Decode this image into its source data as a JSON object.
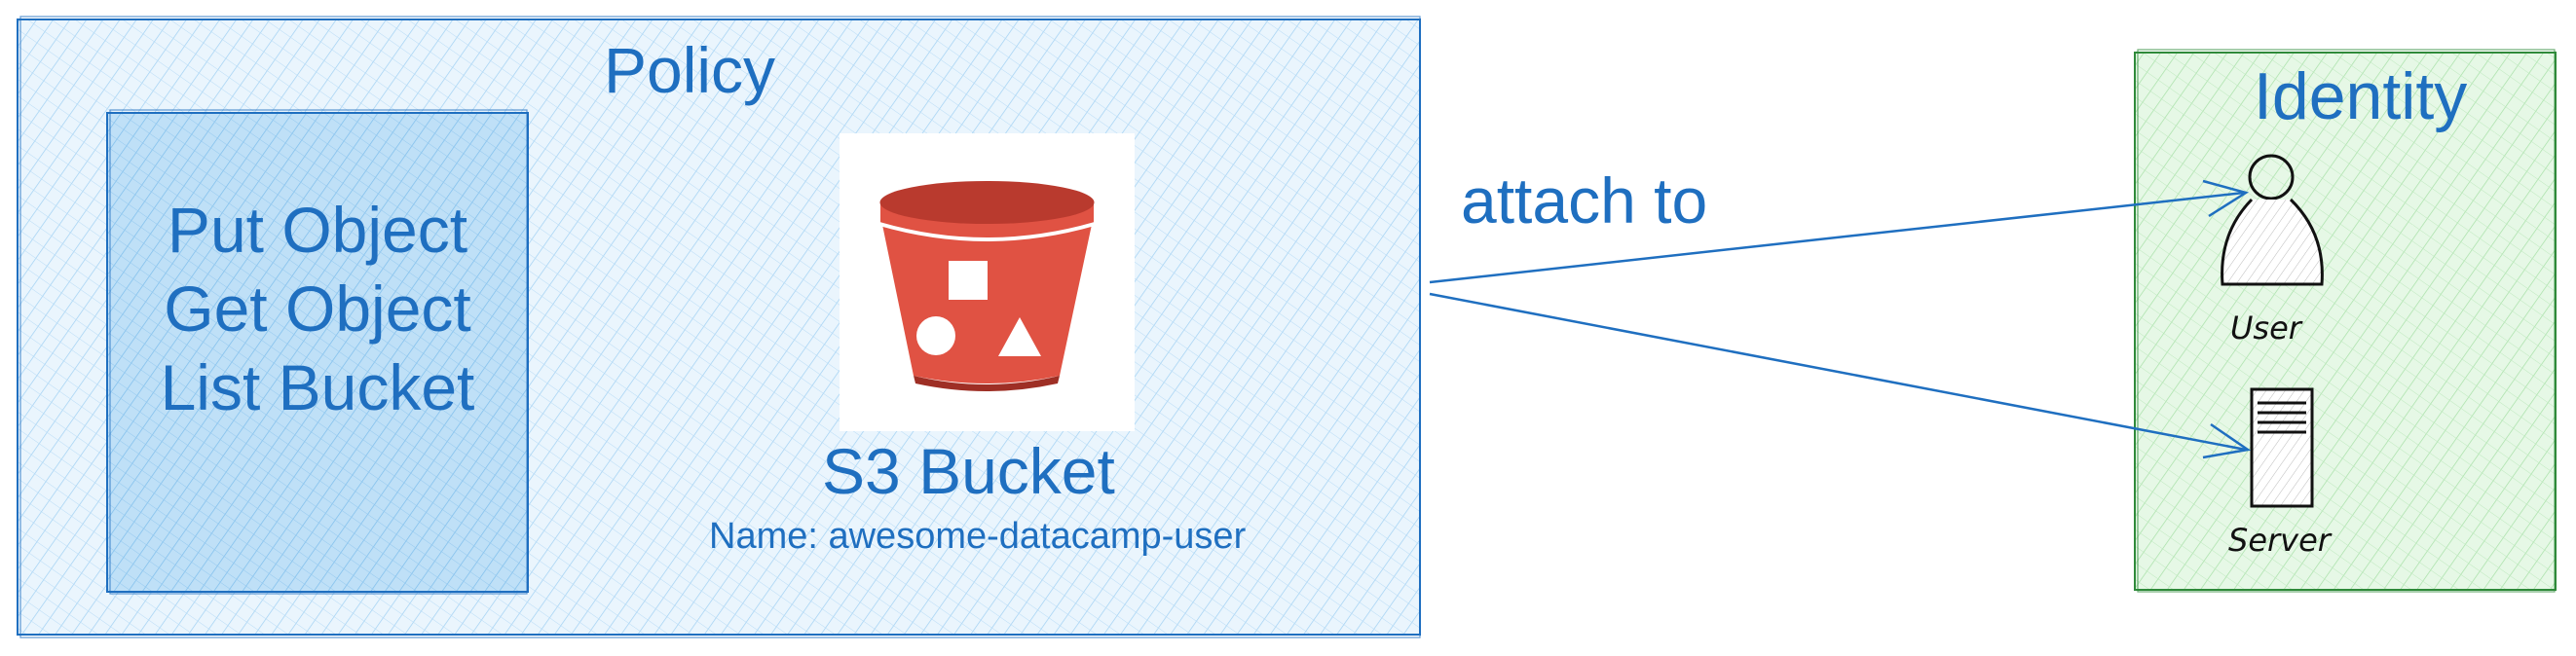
{
  "policy": {
    "title": "Policy",
    "actions": [
      "Put Object",
      "Get Object",
      "List Bucket"
    ],
    "resource": {
      "title": "S3 Bucket",
      "name": "Name: awesome-datacamp-user",
      "icon": "s3-bucket-icon"
    }
  },
  "connector": {
    "label": "attach to"
  },
  "identity": {
    "title": "Identity",
    "items": [
      {
        "label": "User",
        "icon": "user-icon"
      },
      {
        "label": "Server",
        "icon": "server-icon"
      }
    ]
  },
  "colors": {
    "text_blue": "#1f6fc0",
    "policy_fill": "#d6ebfa",
    "policy_stroke": "#1f6fc0",
    "identity_fill": "#d8f5d8",
    "identity_stroke": "#2f8a3a",
    "bucket_red": "#e05243"
  }
}
